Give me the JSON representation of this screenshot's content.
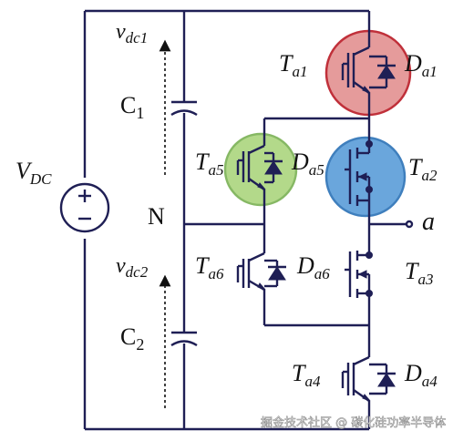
{
  "source": {
    "label": "V",
    "sub": "DC"
  },
  "capacitors": {
    "upper": {
      "label": "C",
      "sub": "1"
    },
    "lower": {
      "label": "C",
      "sub": "2"
    }
  },
  "voltages": {
    "upper": {
      "label": "v",
      "sub": "dc1"
    },
    "lower": {
      "label": "v",
      "sub": "dc2"
    }
  },
  "neutral_label": "N",
  "output_label": "a",
  "switches": {
    "ta1": {
      "label": "T",
      "sub": "a1"
    },
    "da1": {
      "label": "D",
      "sub": "a1"
    },
    "ta2": {
      "label": "T",
      "sub": "a2"
    },
    "ta3": {
      "label": "T",
      "sub": "a3"
    },
    "ta4": {
      "label": "T",
      "sub": "a4"
    },
    "da4": {
      "label": "D",
      "sub": "a4"
    },
    "ta5": {
      "label": "T",
      "sub": "a5"
    },
    "da5": {
      "label": "D",
      "sub": "a5"
    },
    "ta6": {
      "label": "T",
      "sub": "a6"
    },
    "da6": {
      "label": "D",
      "sub": "a6"
    }
  },
  "highlight_colors": {
    "ta1": "#e59b9b",
    "ta5": "#b3d98a",
    "ta2": "#6aa6dc"
  },
  "watermark": "掘金技术社区 @ 碳化硅功率半导体"
}
